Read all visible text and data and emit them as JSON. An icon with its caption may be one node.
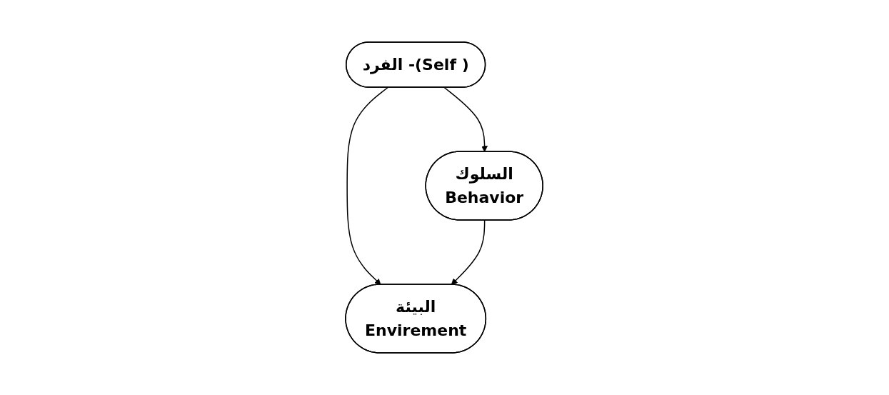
{
  "diagram": {
    "nodes": [
      {
        "text": [
          "الفرد -(Self )"
        ]
      },
      {
        "text": [
          "البيئة",
          "Envirement"
        ]
      },
      {
        "text": [
          "السلوك",
          "Behavior"
        ]
      }
    ],
    "edges": [
      {
        "from": 0,
        "to": 1,
        "arrow": "to"
      },
      {
        "from": 0,
        "to": 2,
        "arrow": "to"
      },
      {
        "from": 2,
        "to": 1,
        "arrow": "to"
      }
    ]
  }
}
